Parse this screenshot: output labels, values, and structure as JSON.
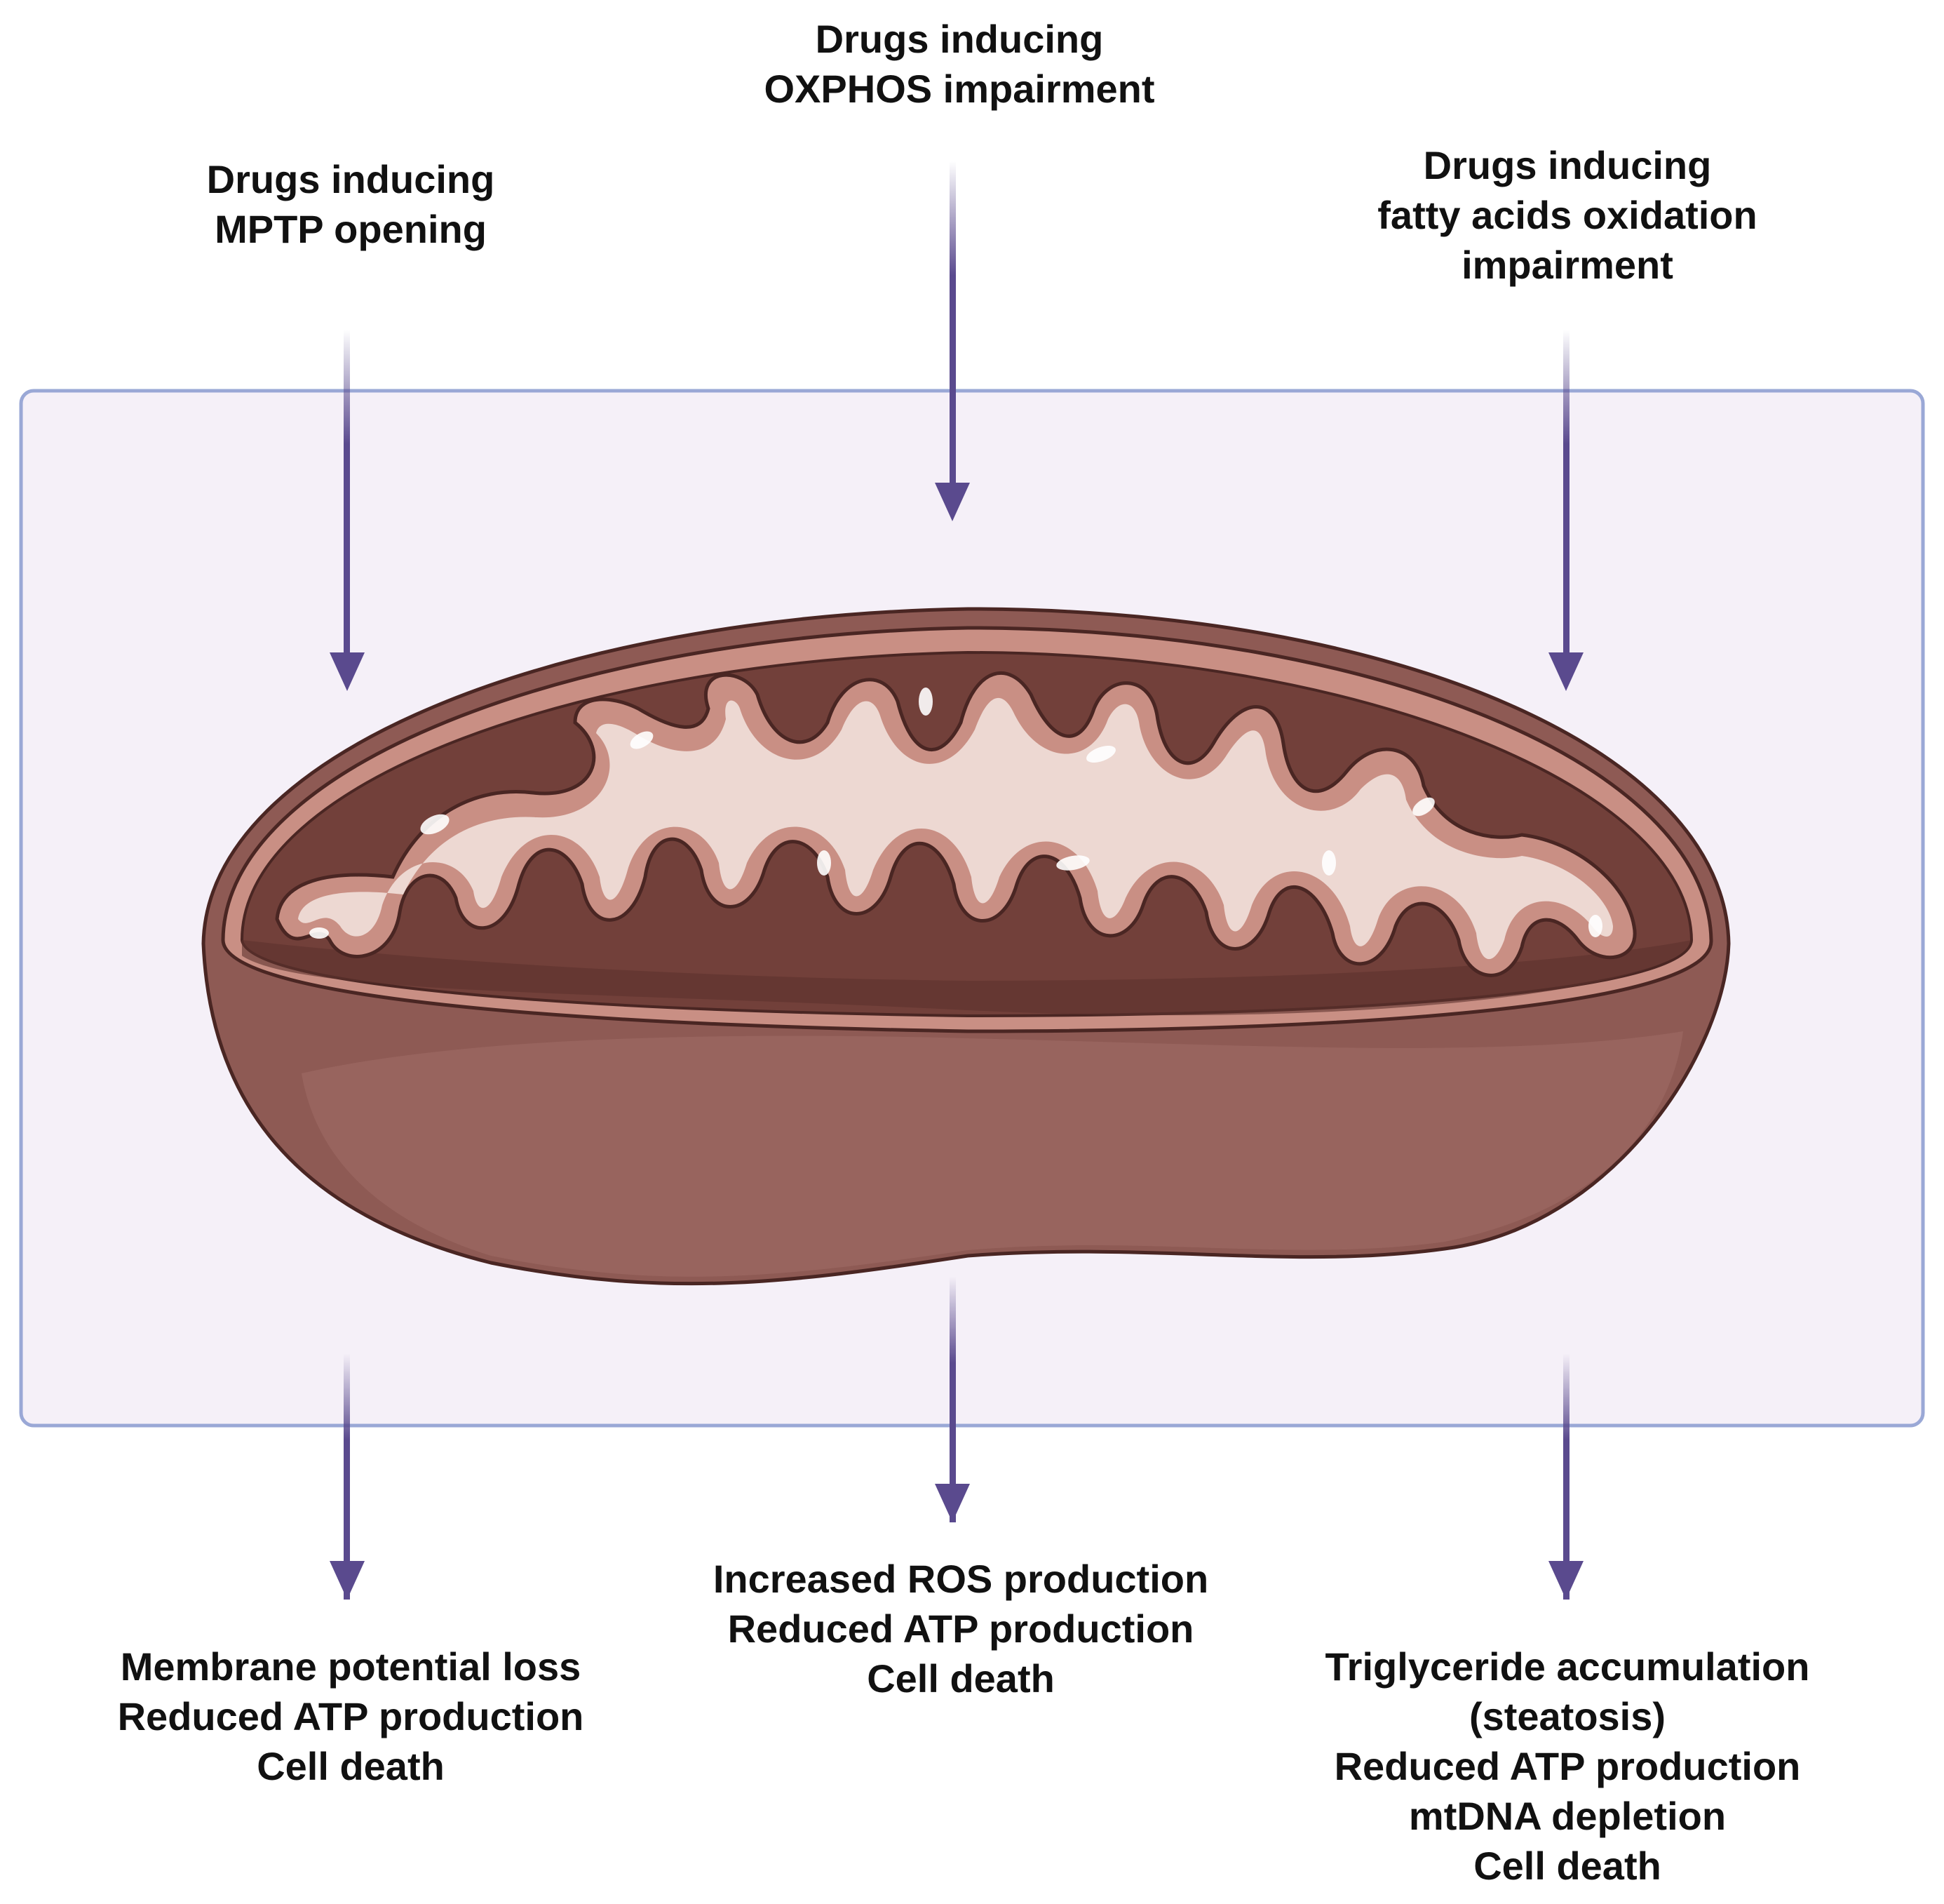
{
  "colors": {
    "box_fill": "#f5f0f8",
    "box_stroke": "#9aa8d6",
    "arrow": "#5a4a8e",
    "membrane_outer": "#c98f84",
    "matrix_dark": "#72403a",
    "cristae_light": "#edd8d2",
    "body_bottom": "#9a6660",
    "outline": "#4a2623"
  },
  "inputs": {
    "mptp": {
      "lines": [
        "Drugs inducing",
        "MPTP opening"
      ]
    },
    "oxphos": {
      "lines": [
        "Drugs inducing",
        "OXPHOS impairment"
      ]
    },
    "fao": {
      "lines": [
        "Drugs inducing",
        "fatty acids oxidation",
        "impairment"
      ]
    }
  },
  "outputs": {
    "mptp": {
      "lines": [
        "Membrane potential loss",
        "Reduced ATP production",
        "Cell death"
      ]
    },
    "oxphos": {
      "lines": [
        "Increased ROS production",
        "Reduced ATP production",
        "Cell death"
      ]
    },
    "fao": {
      "lines": [
        "Triglyceride accumulation",
        "(steatosis)",
        "Reduced ATP production",
        "mtDNA depletion",
        "Cell death"
      ]
    }
  },
  "icons": {
    "organelle": "mitochondrion-icon",
    "arrow": "down-arrow-icon"
  }
}
